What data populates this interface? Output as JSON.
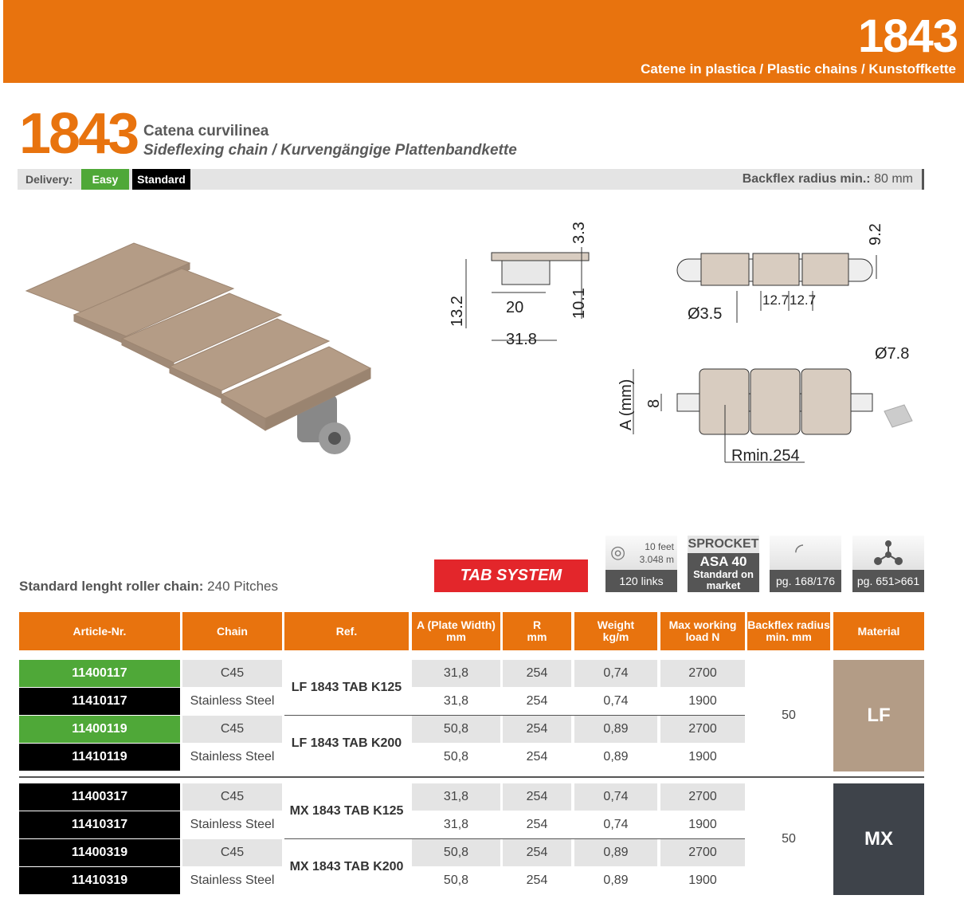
{
  "header": {
    "number": "1843",
    "subtitle": "Catene in plastica / Plastic chains / Kunstoffkette"
  },
  "title": {
    "number": "1843",
    "line1": "Catena curvilinea",
    "line2": "Sideflexing chain / Kurvengängige Plattenbandkette"
  },
  "delivery": {
    "label": "Delivery:",
    "easy": "Easy",
    "standard": "Standard",
    "backflex_label": "Backflex radius min.:",
    "backflex_value": "80 mm"
  },
  "colors": {
    "orange": "#E8730E",
    "green": "#4FA838",
    "black": "#000000",
    "lf": "#B39C86",
    "mx": "#3E434A",
    "tab": "#E3262B"
  },
  "drawings": {
    "d33": "3.3",
    "d132": "13.2",
    "d20": "20",
    "d101": "10.1",
    "d318": "31.8",
    "d92": "9.2",
    "d35": "Ø3.5",
    "d127a": "12.7",
    "d127b": "12.7",
    "d78": "Ø7.8",
    "damm": "A (mm)",
    "d8": "8",
    "rmin": "Rmin.254"
  },
  "standard_length": {
    "label": "Standard lenght roller chain:",
    "value": "240 Pitches"
  },
  "tab_system": "TAB SYSTEM",
  "info_boxes": [
    {
      "icon": "roll-icon",
      "top1": "10 feet",
      "top2": "3.048 m",
      "bottom": "120 links"
    },
    {
      "icon": "sprocket",
      "top1": "SPROCKET",
      "bottom1": "ASA 40",
      "bottom2": "Standard on",
      "bottom3": "market"
    },
    {
      "icon": "curve-icon",
      "bottom": "pg. 168/176"
    },
    {
      "icon": "network-icon",
      "bottom": "pg. 651>661"
    }
  ],
  "table": {
    "headers": [
      "Article-Nr.",
      "Chain",
      "Ref.",
      "A (Plate Width)\nmm",
      "R\nmm",
      "Weight\nkg/m",
      "Max working\nload  N",
      "Backflex radius\nmin. mm",
      "Material"
    ],
    "groups": [
      {
        "material": "LF",
        "backflex": "50",
        "refs": [
          "LF 1843 TAB K125",
          "LF 1843 TAB K200"
        ],
        "rows": [
          {
            "article": "11400117",
            "chain": "C45",
            "a": "31,8",
            "r": "254",
            "weight": "0,74",
            "load": "2700"
          },
          {
            "article": "11410117",
            "chain": "Stainless Steel",
            "a": "31,8",
            "r": "254",
            "weight": "0,74",
            "load": "1900"
          },
          {
            "article": "11400119",
            "chain": "C45",
            "a": "50,8",
            "r": "254",
            "weight": "0,89",
            "load": "2700"
          },
          {
            "article": "11410119",
            "chain": "Stainless Steel",
            "a": "50,8",
            "r": "254",
            "weight": "0,89",
            "load": "1900"
          }
        ]
      },
      {
        "material": "MX",
        "backflex": "50",
        "refs": [
          "MX 1843 TAB K125",
          "MX 1843 TAB K200"
        ],
        "rows": [
          {
            "article": "11400317",
            "chain": "C45",
            "a": "31,8",
            "r": "254",
            "weight": "0,74",
            "load": "2700"
          },
          {
            "article": "11410317",
            "chain": "Stainless Steel",
            "a": "31,8",
            "r": "254",
            "weight": "0,74",
            "load": "1900"
          },
          {
            "article": "11400319",
            "chain": "C45",
            "a": "50,8",
            "r": "254",
            "weight": "0,89",
            "load": "2700"
          },
          {
            "article": "11410319",
            "chain": "Stainless Steel",
            "a": "50,8",
            "r": "254",
            "weight": "0,89",
            "load": "1900"
          }
        ]
      }
    ]
  }
}
